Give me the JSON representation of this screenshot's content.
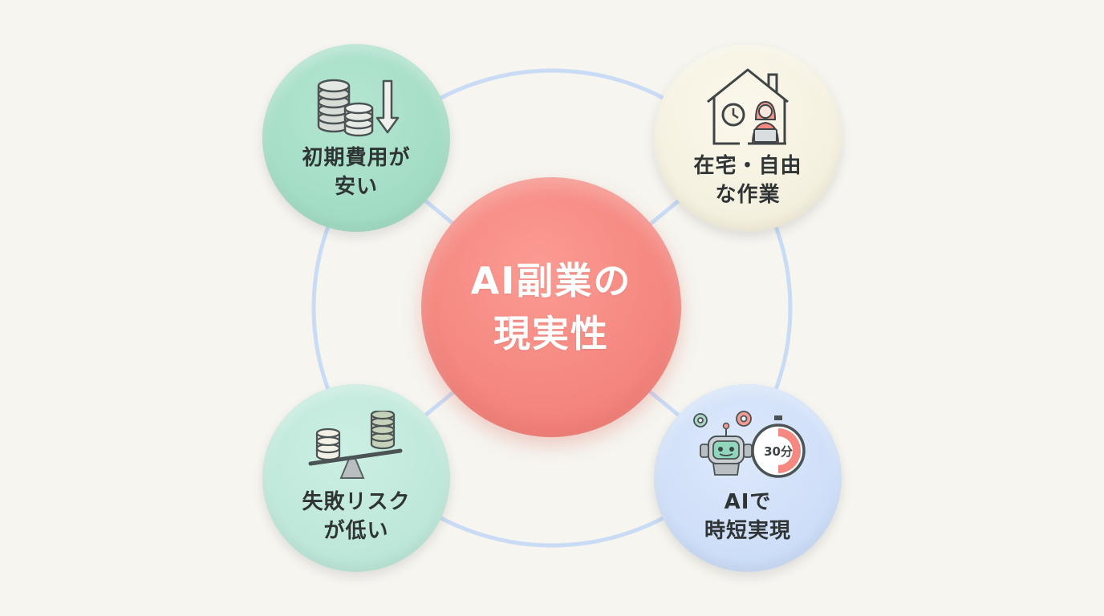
{
  "diagram": {
    "center": {
      "label": "AI副業の\n現実性"
    },
    "nodes": [
      {
        "id": "top-left",
        "label": "初期費用が\n安い",
        "icon": "coins-down-icon"
      },
      {
        "id": "top-right",
        "label": "在宅・自由\nな作業",
        "icon": "home-work-icon"
      },
      {
        "id": "bottom-left",
        "label": "失敗リスク\nが低い",
        "icon": "balance-scale-icon"
      },
      {
        "id": "bottom-right",
        "label": "AIで\n時短実現",
        "icon": "robot-timer-icon",
        "timer_text": "30分"
      }
    ],
    "colors": {
      "background": "#f6f5f0",
      "center": "#f58880",
      "ring": "#c9dbf5",
      "top_left": "#a4ddc6",
      "top_right": "#f5f1e0",
      "bottom_left": "#bfe8da",
      "bottom_right": "#cfdff8"
    }
  }
}
